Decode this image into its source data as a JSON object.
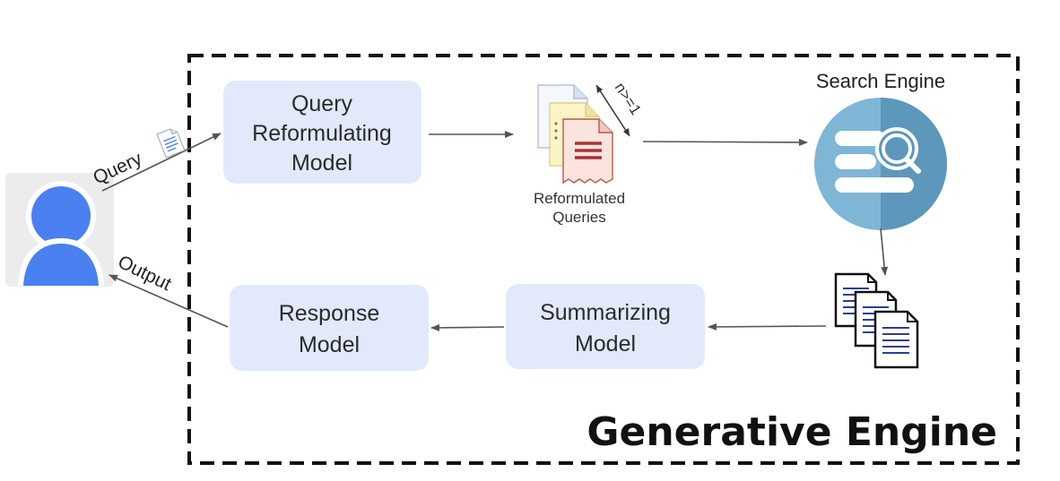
{
  "diagram": {
    "container_label": "Generative Engine",
    "nodes": {
      "query_reformulating": {
        "lines": [
          "Query",
          "Reformulating",
          "Model"
        ]
      },
      "reformulated_queries": {
        "lines": [
          "Reformulated",
          "Queries"
        ],
        "count_label": "n>=1"
      },
      "search_engine": {
        "label": "Search Engine"
      },
      "summarizing": {
        "lines": [
          "Summarizing",
          "Model"
        ]
      },
      "response": {
        "lines": [
          "Response",
          "Model"
        ]
      }
    },
    "edges": {
      "query_label": "Query",
      "output_label": "Output"
    }
  },
  "colors": {
    "box_fill": "#e1e9fb",
    "user_blue": "#4a80f0",
    "user_bg": "#ececec",
    "search_light": "#7fb6d6",
    "search_dark": "#5d97bb",
    "doc_red": "#a83236",
    "arrow": "#555555"
  },
  "icons": [
    "user-icon",
    "document-icon",
    "stacked-documents-icon",
    "search-engine-icon",
    "retrieved-documents-icon"
  ]
}
